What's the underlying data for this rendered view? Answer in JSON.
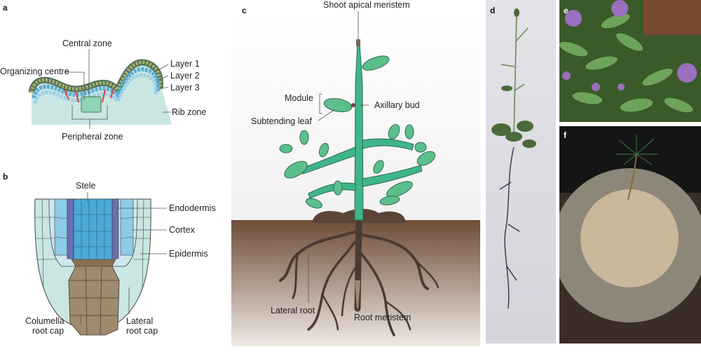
{
  "panels": {
    "a": {
      "letter": "a",
      "labels": {
        "central_zone": "Central zone",
        "organizing_centre": "Organizing centre",
        "layer1": "Layer 1",
        "layer2": "Layer 2",
        "layer3": "Layer 3",
        "rib_zone": "Rib zone",
        "peripheral_zone": "Peripheral zone"
      }
    },
    "b": {
      "letter": "b",
      "labels": {
        "stele": "Stele",
        "endodermis": "Endodermis",
        "cortex": "Cortex",
        "epidermis": "Epidermis",
        "columella_line1": "Columella",
        "columella_line2": "root cap",
        "lateral_line1": "Lateral",
        "lateral_line2": "root cap"
      }
    },
    "c": {
      "letter": "c",
      "labels": {
        "shoot_apical_meristem": "Shoot apical meristem",
        "module": "Module",
        "axillary_bud": "Axillary bud",
        "subtending_leaf": "Subtending leaf",
        "lateral_root": "Lateral root",
        "root_meristem": "Root meristem"
      }
    },
    "d": {
      "letter": "d"
    },
    "e": {
      "letter": "e"
    },
    "f": {
      "letter": "f"
    }
  },
  "colors": {
    "meristem_bg": "#c9e6e3",
    "cell_blue": "#5aaed6",
    "cell_pale": "#cfe6ef",
    "tissue_teal": "#bfe2df",
    "stele_blue": "#4da9d8",
    "endodermis_purple": "#6b6fb5",
    "cortex_lightblue": "#8ecbe8",
    "root_cap_brown": "#a08a6e",
    "stem_green": "#3fb58a",
    "leaf_green": "#5cbf8a",
    "soil_brown": "#7a5a43",
    "root_dark": "#4a3a33"
  }
}
